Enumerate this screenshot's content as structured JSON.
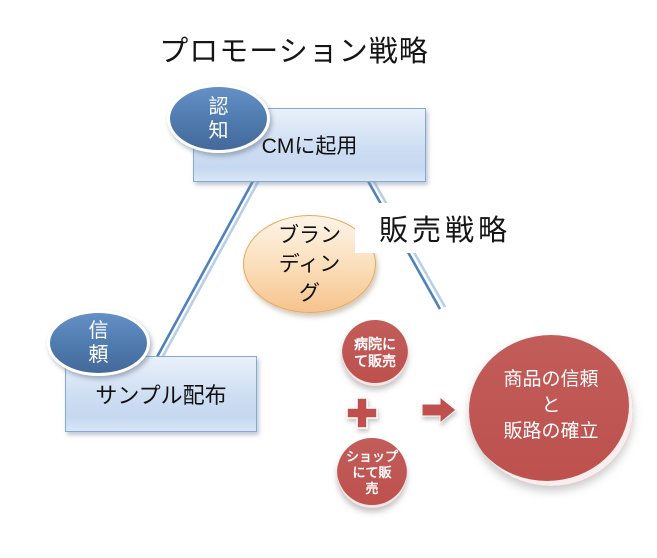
{
  "title": "プロモーション戦略",
  "sections": {
    "sales_strategy_label": "販売戦略"
  },
  "nodes": {
    "awareness_badge": {
      "label": "認\n知"
    },
    "cm_box": {
      "label": "CMに起用"
    },
    "branding_oval": {
      "label": "ブラン\nディン\nグ"
    },
    "trust_badge": {
      "label": "信\n頼"
    },
    "sample_box": {
      "label": "サンプル配布"
    },
    "hospital_circle": {
      "label": "病院に\nて販売"
    },
    "shop_circle": {
      "label": "ショップ\nにて販\n売"
    },
    "goal_circle": {
      "label": "商品の信頼\nと\n販路の確立"
    }
  },
  "icons": {
    "plus": "+",
    "arrow_right": "→"
  },
  "colors": {
    "accent_blue": "#4f7dba",
    "rect_fill_light": "#cdddf2",
    "rect_border": "#85a9d6",
    "orange_fill": "#f6c38c",
    "orange_border": "#eba757",
    "red": "#c0504d",
    "connector_dark": "#4f81bd",
    "connector_light": "#b9cfe8",
    "text": "#151515",
    "background": "#ffffff"
  }
}
